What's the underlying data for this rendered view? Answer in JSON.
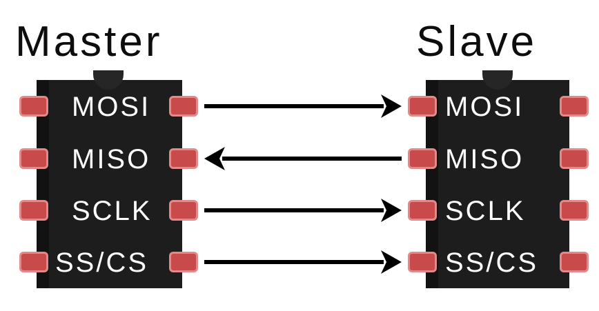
{
  "master": {
    "title": "Master",
    "pins": [
      "MOSI",
      "MISO",
      "SCLK",
      "SS/CS"
    ]
  },
  "slave": {
    "title": "Slave",
    "pins": [
      "MOSI",
      "MISO",
      "SCLK",
      "SS/CS"
    ]
  },
  "connections": [
    {
      "signal": "MOSI",
      "direction": "master-to-slave"
    },
    {
      "signal": "MISO",
      "direction": "slave-to-master"
    },
    {
      "signal": "SCLK",
      "direction": "master-to-slave"
    },
    {
      "signal": "SS/CS",
      "direction": "master-to-slave"
    }
  ],
  "colors": {
    "chip_body": "#1d1d1d",
    "pin_fill": "#c94a4a",
    "pin_glow": "#e28a8a",
    "arrow": "#000000",
    "label_text": "#ffffff",
    "title_text": "#0d0d0d"
  }
}
